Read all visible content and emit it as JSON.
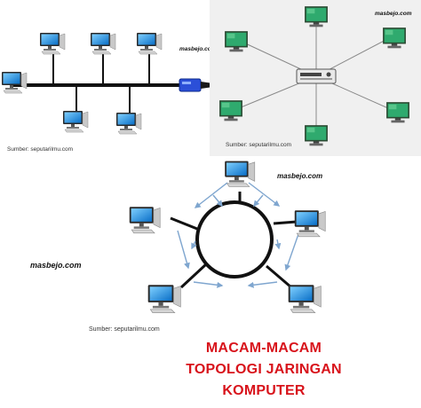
{
  "bus_topology": {
    "watermark": "masbejo.com",
    "source": "Sumber: seputarilmu.com"
  },
  "star_topology": {
    "watermark": "masbejo.com",
    "source": "Sumber: seputarilmu.com"
  },
  "ring_topology": {
    "watermark": "masbejo.com",
    "source": "Sumber: seputarilmu.com"
  },
  "side_watermark": "masbejo.com",
  "title": {
    "line1": "MACAM-MACAM",
    "line2": "TOPOLOGI JARINGAN",
    "line3": "KOMPUTER"
  },
  "colors": {
    "title": "#d8131b",
    "ring_arrow": "#7fa6cf",
    "star_link": "#8a8a8a",
    "monitor_screen": "#1e8fe0",
    "bus_terminator": "#2b4fd8"
  },
  "icons": {
    "computer": "desktop-computer-icon",
    "hub": "network-hub-icon",
    "terminator": "bus-terminator-icon"
  }
}
